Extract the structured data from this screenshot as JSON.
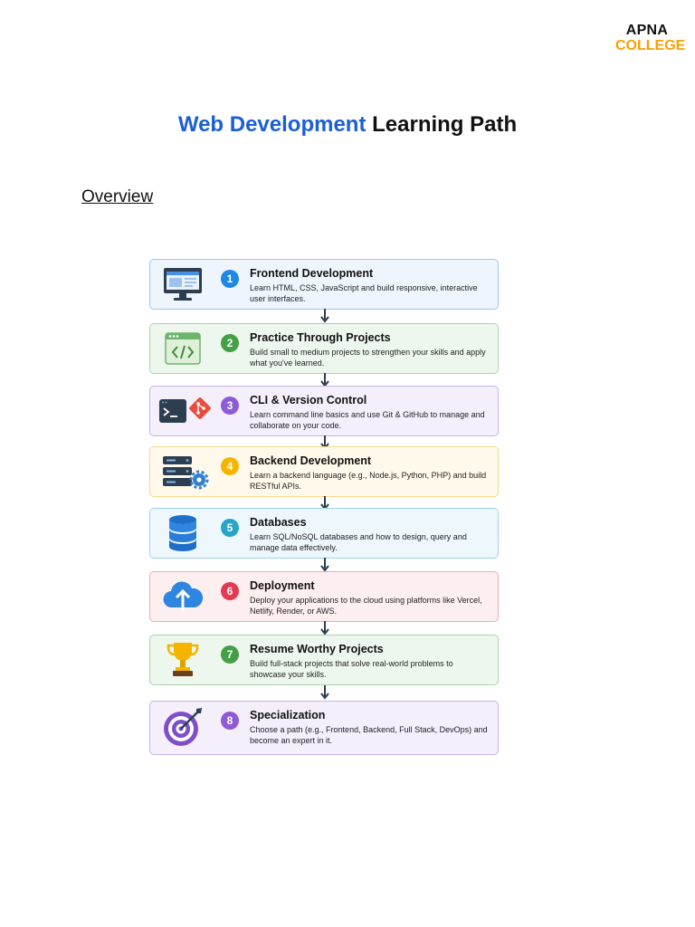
{
  "logo": {
    "line1": "APNA",
    "line2": "COLLEGE"
  },
  "title": {
    "highlight": "Web Development",
    "rest": "Learning Path"
  },
  "overview_heading": "Overview",
  "steps": [
    {
      "num": "1",
      "title": "Frontend Development",
      "desc": "Learn HTML, CSS, JavaScript and build responsive, interactive user interfaces.",
      "color": "#1e88e5",
      "bg": "#eef5fd",
      "border": "#9cc6ef",
      "icon": "monitor-icon"
    },
    {
      "num": "2",
      "title": "Practice Through Projects",
      "desc": "Build small to medium projects to strengthen your skills and apply what you've learned.",
      "color": "#43a047",
      "bg": "#eef7ee",
      "border": "#a7d6a6",
      "icon": "code-window-icon"
    },
    {
      "num": "3",
      "title": "CLI & Version Control",
      "desc": "Learn command line basics and use Git & GitHub to manage and collaborate on your code.",
      "color": "#8e5bd6",
      "bg": "#f4effb",
      "border": "#c7b2ea",
      "icon": "terminal-git-icon"
    },
    {
      "num": "4",
      "title": "Backend Development",
      "desc": "Learn a backend language (e.g., Node.js, Python, PHP) and build RESTful APIs.",
      "color": "#f4b400",
      "bg": "#fef9ea",
      "border": "#f3d98a",
      "icon": "server-gear-icon"
    },
    {
      "num": "5",
      "title": "Databases",
      "desc": "Learn SQL/NoSQL databases and how to design, query and manage data effectively.",
      "color": "#26a5c9",
      "bg": "#eef7fb",
      "border": "#9fd3e6",
      "icon": "database-icon"
    },
    {
      "num": "6",
      "title": "Deployment",
      "desc": "Deploy your applications to the cloud using platforms like Vercel, Netlify, Render, or AWS.",
      "color": "#e53950",
      "bg": "#fdeff0",
      "border": "#f2a9b2",
      "icon": "cloud-upload-icon"
    },
    {
      "num": "7",
      "title": "Resume Worthy Projects",
      "desc": "Build full-stack projects that solve real-world problems to showcase your skills.",
      "color": "#43a047",
      "bg": "#eef7ee",
      "border": "#a7d6a6",
      "icon": "trophy-icon"
    },
    {
      "num": "8",
      "title": "Specialization",
      "desc": "Choose a path (e.g., Frontend, Backend, Full Stack, DevOps) and become an expert in it.",
      "color": "#8e5bd6",
      "bg": "#f4effb",
      "border": "#c7b2ea",
      "icon": "target-icon"
    }
  ]
}
